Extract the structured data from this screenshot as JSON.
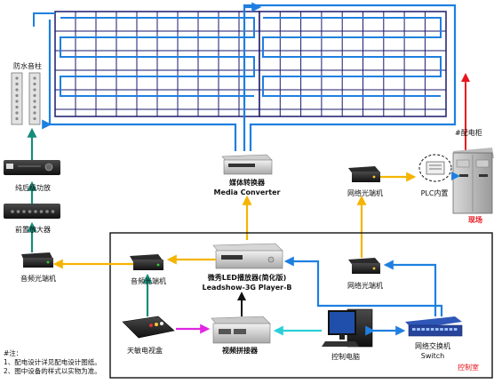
{
  "labels": {
    "speaker": "防水音柱",
    "power_amp": "纯后级功放",
    "preamp": "前置放大器",
    "audio_converter_left": "音频光端机",
    "audio_converter_mid": "音频光端机",
    "media_converter_cn": "媒体转换器",
    "media_converter_en": "Media Converter",
    "net_converter_top": "网络光端机",
    "plc": "PLC内置",
    "cabinet": "#配电柜",
    "site": "现场",
    "led_player_cn": "微秀LED播放器(简化版)",
    "led_player_en": "Leadshow-3G Player-B",
    "net_converter_mid": "网络光端机",
    "tv_box": "天敏电视盒",
    "video_splicer": "视频拼接器",
    "control_pc": "控制电脑",
    "switch_cn": "网络交换机",
    "switch_en": "Switch",
    "control_room": "控制室"
  },
  "notes": {
    "title": "#注：",
    "line1": "1、配电设计详见配电设计图纸。",
    "line2": "2、图中设备的样式以实物为准。"
  },
  "colors": {
    "blue_line": "#1f7fe0",
    "yellow_line": "#f4b400",
    "teal_line": "#168c7a",
    "red_line": "#e8141a",
    "magenta_line": "#e026e0",
    "cyan_line": "#2ad0d8",
    "black_line": "#111111",
    "grid_line": "#1a1a6e"
  }
}
